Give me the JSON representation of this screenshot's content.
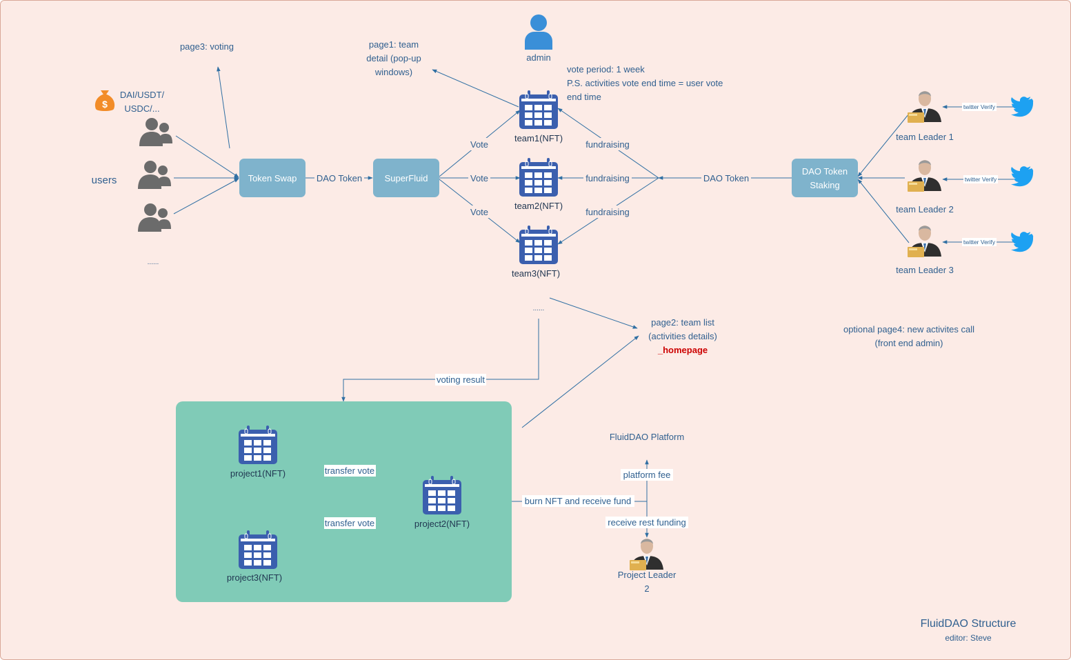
{
  "colors": {
    "background": "#fcebe6",
    "line": "#2f6fa3",
    "text": "#2f5f8f",
    "box_blue": "#7fb3cc",
    "green_panel": "#80cbb7",
    "calendar": "#3b5fae",
    "person_gray": "#6b6b6b",
    "admin_blue": "#3a8fd8",
    "twitter_blue": "#1da1f2",
    "money_orange": "#f28c28",
    "homepage_red": "#cc0000"
  },
  "labels": {
    "page3": "page3: voting",
    "page1_l1": "page1: team",
    "page1_l2": "detail (pop-up",
    "page1_l3": "windows)",
    "admin": "admin",
    "vote_period": "vote period: 1 week",
    "ps_l1": "P.S. activities vote end time = user vote",
    "ps_l2": "end time",
    "currency_l1": "DAI/USDT/",
    "currency_l2": "USDC/...",
    "users": "users",
    "users_more": "......",
    "token_swap": "Token Swap",
    "dao_token_1": "DAO Token",
    "superfluid": "SuperFluid",
    "vote": "Vote",
    "fundraising": "fundraising",
    "team1": "team1(NFT)",
    "team2": "team2(NFT)",
    "team3": "team3(NFT)",
    "teams_more": "......",
    "dao_token_2": "DAO Token",
    "staking_l1": "DAO Token",
    "staking_l2": "Staking",
    "leader1": "team Leader 1",
    "leader2": "team Leader 2",
    "leader3": "team Leader 3",
    "twitter_verify": "twitter Verify",
    "page2_l1": "page2: team list",
    "page2_l2": "(activities details)",
    "homepage": "_homepage",
    "page4_l1": "optional page4:  new activites call",
    "page4_l2": "(front end admin)",
    "voting_result": "voting result",
    "project1": "project1(NFT)",
    "project2": "project2(NFT)",
    "project3": "project3(NFT)",
    "transfer_vote": "transfer vote",
    "burn": "burn NFT and receive fund",
    "platform": "FluidDAO Platform",
    "platform_fee": "platform fee",
    "rest_funding": "receive rest funding",
    "project_leader_l1": "Project Leader",
    "project_leader_l2": "2",
    "footer_title": "FluidDAO Structure",
    "footer_editor": "editor: Steve"
  }
}
